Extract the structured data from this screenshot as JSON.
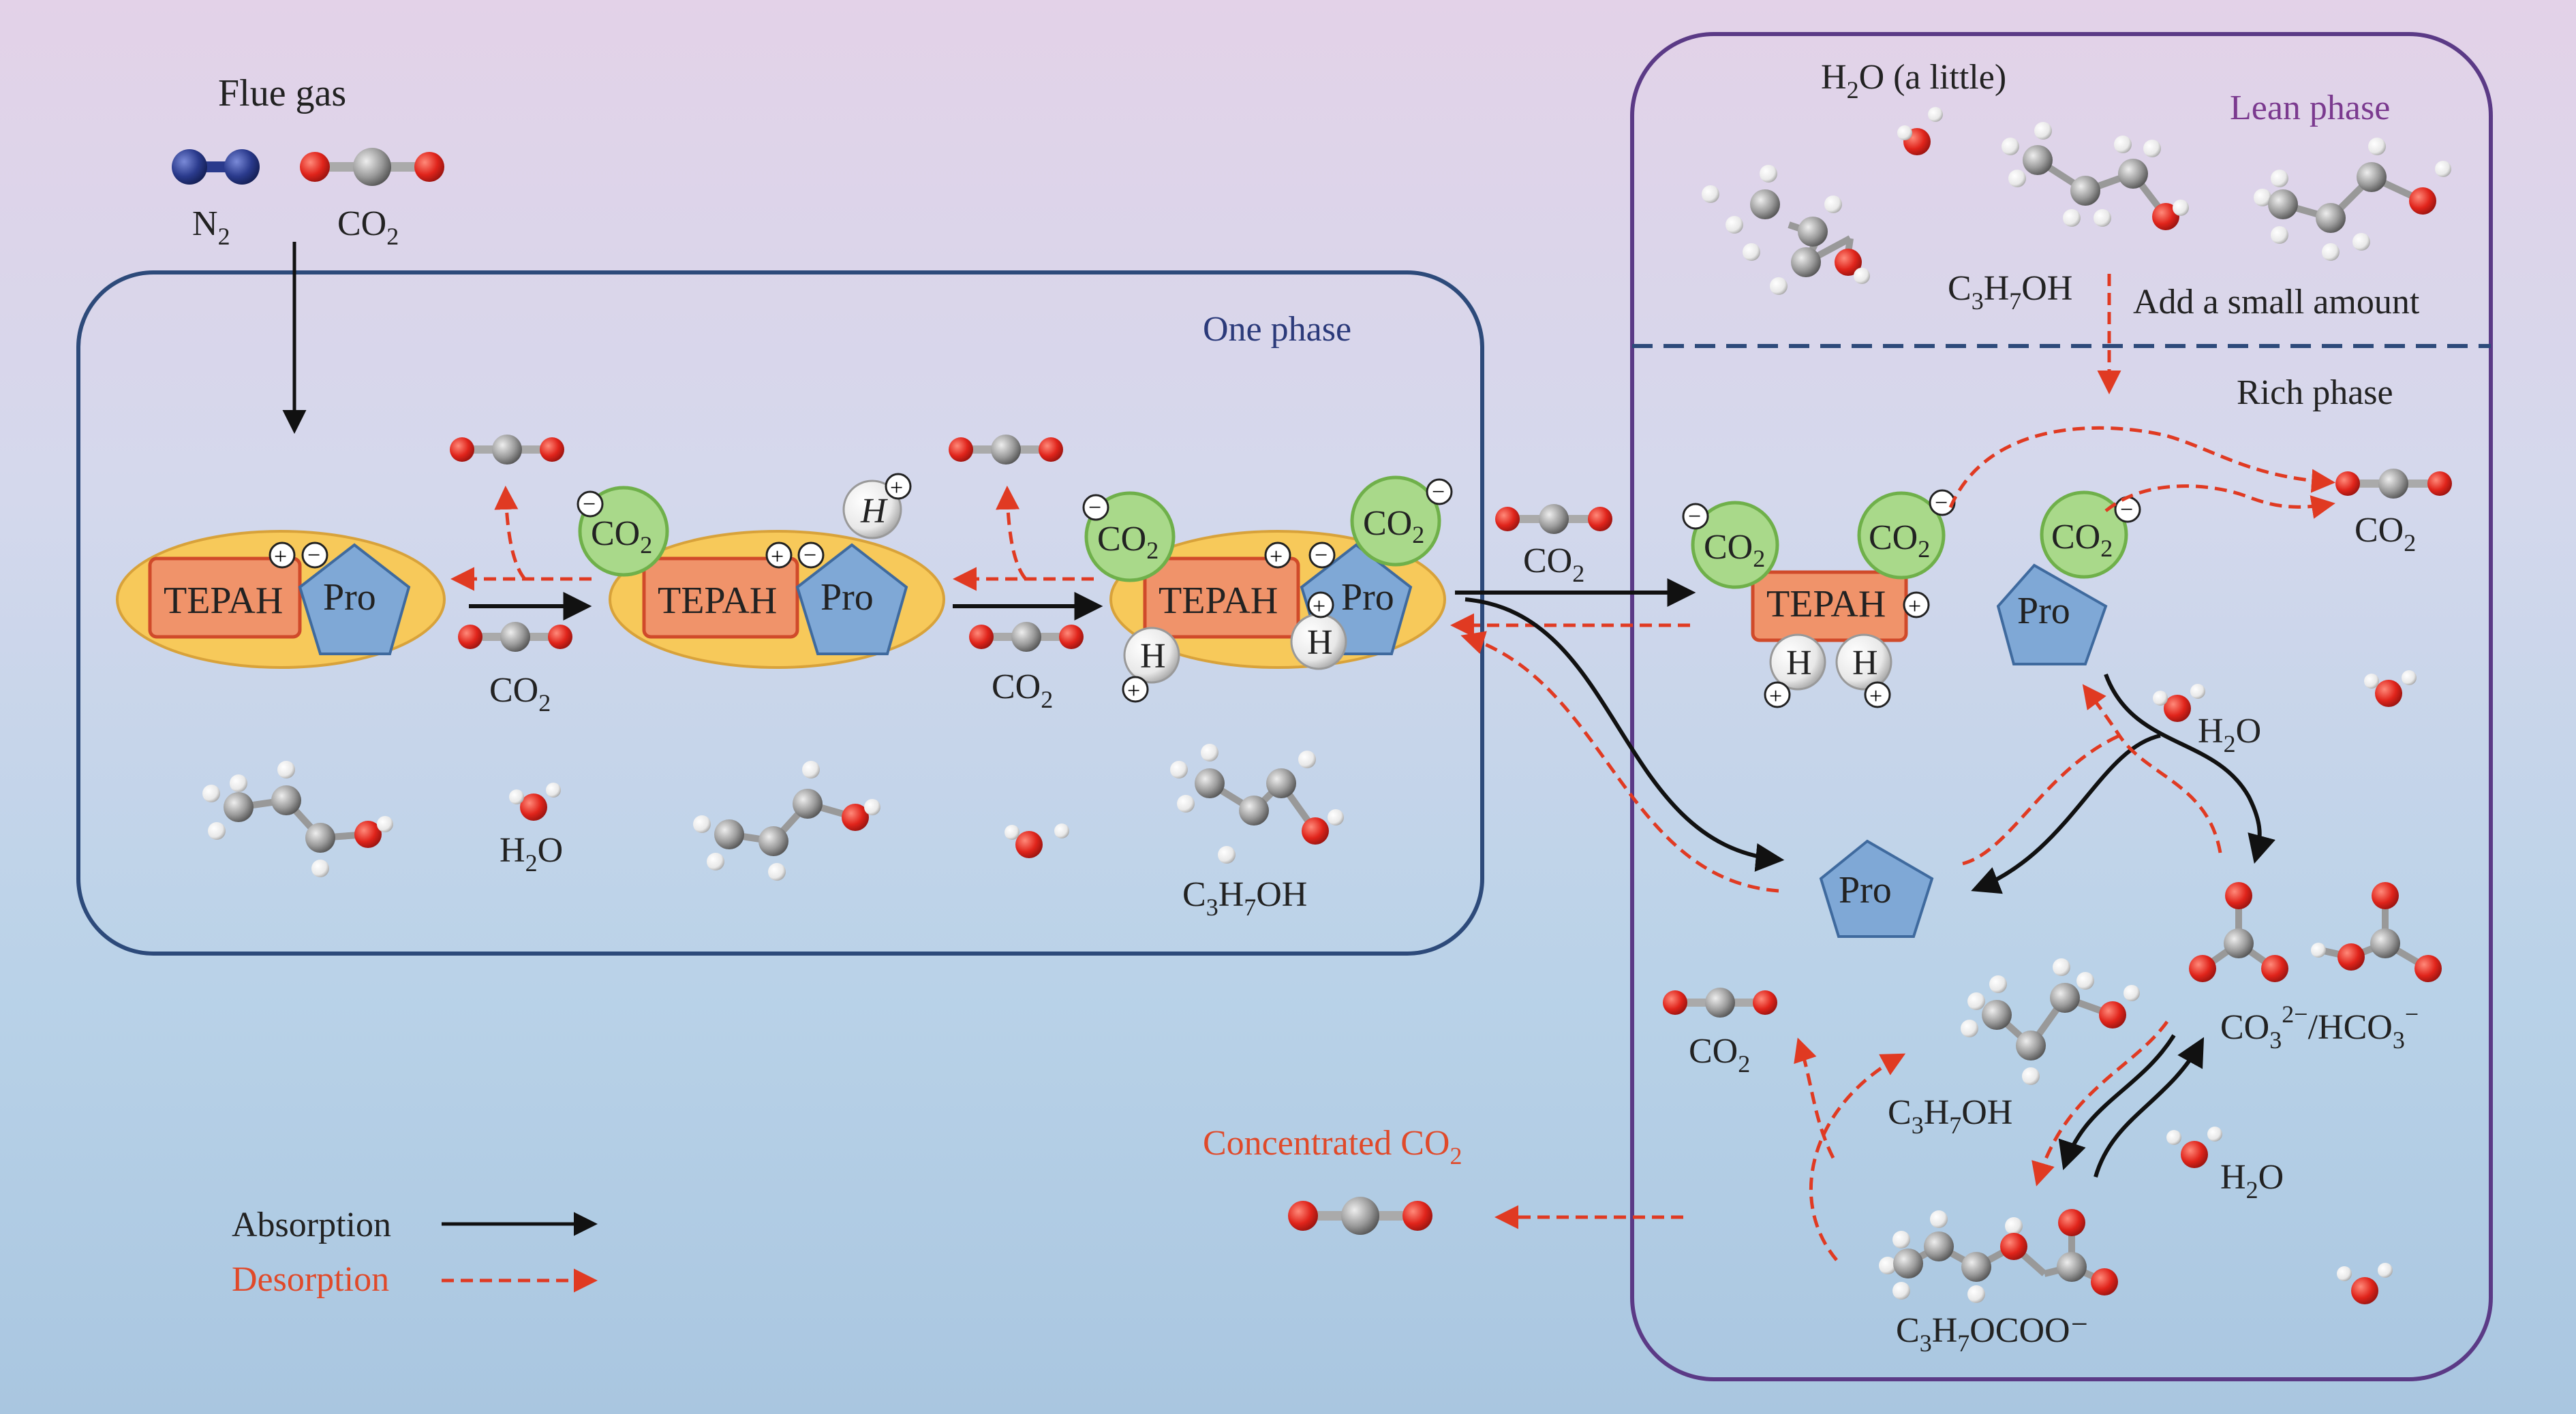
{
  "labels": {
    "flue_gas": "Flue gas",
    "n2": "N",
    "n2_sub": "2",
    "co2": "CO",
    "co2_sub": "2",
    "one_phase": "One phase",
    "lean_phase": "Lean phase",
    "rich_phase": "Rich phase",
    "h2o_little": "O (a little)",
    "h2o_little_prefix": "H",
    "h2o_little_sub": "2",
    "add_small": "Add a small amount",
    "tepah": "TEPAH",
    "pro": "Pro",
    "h": "H",
    "c3h7oh": "C",
    "c3h7oh_sub1": "3",
    "c3h7oh_mid": "H",
    "c3h7oh_sub2": "7",
    "c3h7oh_end": "OH",
    "h2o": "H",
    "h2o_sub": "2",
    "h2o_end": "O",
    "carbonate": "CO",
    "carbonate_sub": "3",
    "carbonate_sup": "2−",
    "carbonate_sep": "/HCO",
    "carbonate_sub2": "3",
    "carbonate_sup2": "−",
    "propyl_carbonate": "C",
    "propyl_carbonate_sub1": "3",
    "propyl_carbonate_mid": "H",
    "propyl_carbonate_sub2": "7",
    "propyl_carbonate_end": "OCOO⁻",
    "concentrated": "Concentrated CO",
    "concentrated_sub": "2",
    "absorption": "Absorption",
    "desorption": "Desorption"
  },
  "colors": {
    "absorption": "#111111",
    "desorption": "#e03a22",
    "oxygen": "#e0241b",
    "carbon": "#9a9a9a",
    "nitrogen": "#2a3a8c",
    "hydrogen": "#f4f4f4",
    "tepah": "#f0936a",
    "pro": "#7fa8d6",
    "ellipse": "#f7c95a",
    "co2_badge": "#a9d98a",
    "one_phase_border": "#2d4a7a",
    "right_box_border": "#5b3a86"
  }
}
